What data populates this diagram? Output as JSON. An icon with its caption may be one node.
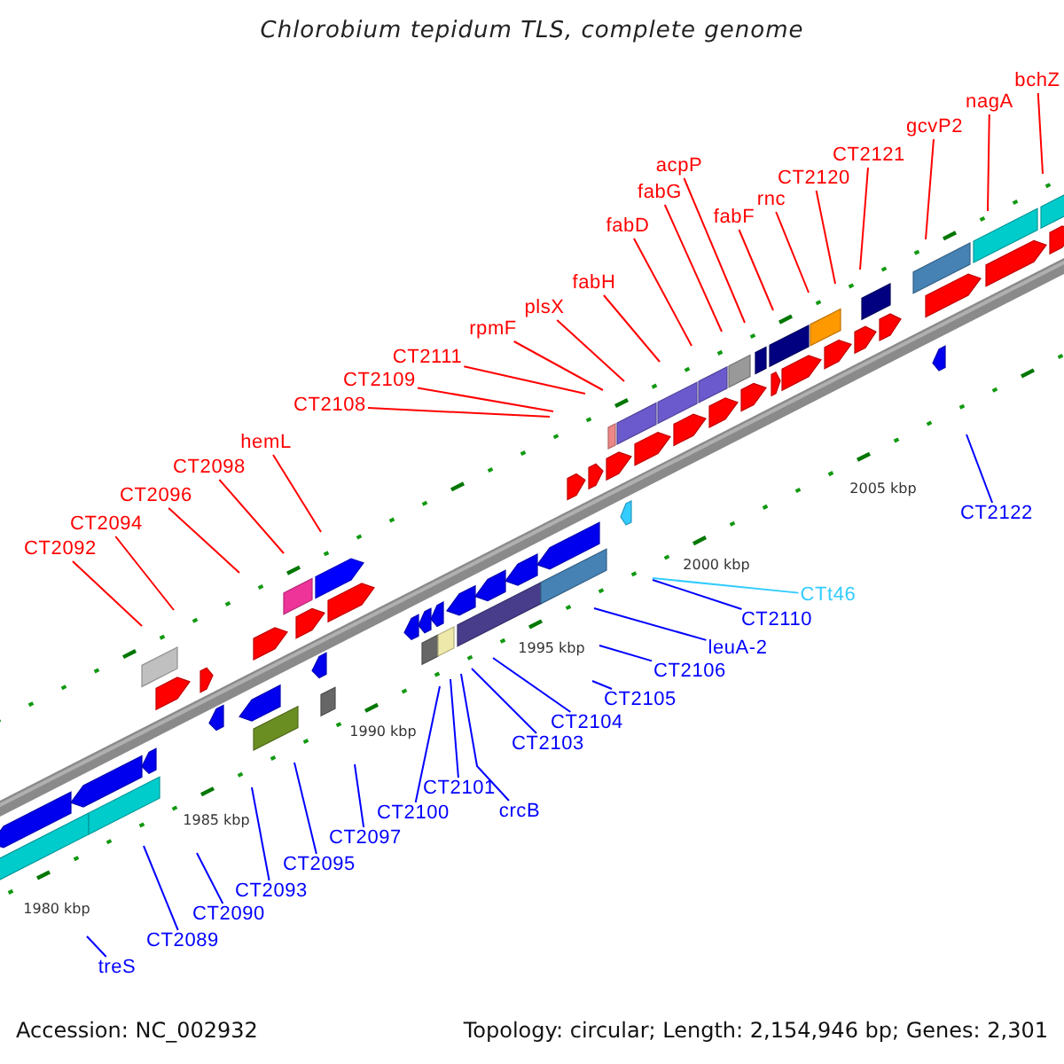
{
  "diagram": {
    "title": "Chlorobium tepidum TLS, complete genome",
    "nodes": [
      {
        "text": [
          "CT2092"
        ]
      },
      {
        "text": [
          "CT2094"
        ]
      },
      {
        "text": [
          "CT2096"
        ]
      },
      {
        "text": [
          "CT2098"
        ]
      },
      {
        "text": [
          "hemL"
        ]
      },
      {
        "text": [
          "CT2108"
        ]
      },
      {
        "text": [
          "CT2109"
        ]
      },
      {
        "text": [
          "CT2111"
        ]
      },
      {
        "text": [
          "rpmF"
        ]
      },
      {
        "text": [
          "plsX"
        ]
      },
      {
        "text": [
          "fabH"
        ]
      },
      {
        "text": [
          "fabD"
        ]
      },
      {
        "text": [
          "fabG"
        ]
      },
      {
        "text": [
          "acpP"
        ]
      },
      {
        "text": [
          "fabF"
        ]
      },
      {
        "text": [
          "rnc"
        ]
      },
      {
        "text": [
          "CT2120"
        ]
      },
      {
        "text": [
          "CT2121"
        ]
      },
      {
        "text": [
          "gcvP2"
        ]
      },
      {
        "text": [
          "nagA"
        ]
      },
      {
        "text": [
          "bchZ"
        ]
      },
      {
        "text": [
          "treS"
        ]
      },
      {
        "text": [
          "CT2089"
        ]
      },
      {
        "text": [
          "CT2090"
        ]
      },
      {
        "text": [
          "CT2093"
        ]
      },
      {
        "text": [
          "CT2095"
        ]
      },
      {
        "text": [
          "CT2097"
        ]
      },
      {
        "text": [
          "CT2100"
        ]
      },
      {
        "text": [
          "CT2101"
        ]
      },
      {
        "text": [
          "crcB"
        ]
      },
      {
        "text": [
          "CT2103"
        ]
      },
      {
        "text": [
          "CT2104"
        ]
      },
      {
        "text": [
          "CT2105"
        ]
      },
      {
        "text": [
          "CT2106"
        ]
      },
      {
        "text": [
          "leuA-2"
        ]
      },
      {
        "text": [
          "CT2110"
        ]
      },
      {
        "text": [
          "CTt46"
        ]
      },
      {
        "text": [
          "CT2122"
        ]
      }
    ],
    "edges": [
      {
        "from": 0,
        "to": null,
        "arrow": "none"
      },
      {
        "from": 1,
        "to": null,
        "arrow": "none"
      },
      {
        "from": 2,
        "to": null,
        "arrow": "none"
      },
      {
        "from": 3,
        "to": null,
        "arrow": "none"
      },
      {
        "from": 4,
        "to": null,
        "arrow": "none"
      },
      {
        "from": 5,
        "to": null,
        "arrow": "none"
      },
      {
        "from": 6,
        "to": null,
        "arrow": "none"
      },
      {
        "from": 7,
        "to": null,
        "arrow": "none"
      },
      {
        "from": 8,
        "to": null,
        "arrow": "none"
      },
      {
        "from": 9,
        "to": null,
        "arrow": "none"
      },
      {
        "from": 10,
        "to": null,
        "arrow": "none"
      },
      {
        "from": 11,
        "to": null,
        "arrow": "none"
      },
      {
        "from": 12,
        "to": null,
        "arrow": "none"
      },
      {
        "from": 13,
        "to": null,
        "arrow": "none"
      },
      {
        "from": 14,
        "to": null,
        "arrow": "none"
      },
      {
        "from": 15,
        "to": null,
        "arrow": "none"
      },
      {
        "from": 16,
        "to": null,
        "arrow": "none"
      },
      {
        "from": 17,
        "to": null,
        "arrow": "none"
      },
      {
        "from": 18,
        "to": null,
        "arrow": "none"
      },
      {
        "from": 19,
        "to": null,
        "arrow": "none"
      },
      {
        "from": 20,
        "to": null,
        "arrow": "none"
      },
      {
        "from": 21,
        "to": null,
        "arrow": "none",
        "color": "#0000ff"
      },
      {
        "from": 22,
        "to": null,
        "arrow": "none",
        "color": "#0000ff"
      },
      {
        "from": 23,
        "to": null,
        "arrow": "none",
        "color": "#0000ff"
      },
      {
        "from": 24,
        "to": null,
        "arrow": "none",
        "color": "#0000ff"
      },
      {
        "from": 25,
        "to": null,
        "arrow": "none",
        "color": "#0000ff"
      },
      {
        "from": 26,
        "to": null,
        "arrow": "none",
        "color": "#0000ff"
      },
      {
        "from": 27,
        "to": null,
        "arrow": "none",
        "color": "#0000ff"
      },
      {
        "from": 28,
        "to": null,
        "arrow": "none",
        "color": "#0000ff"
      },
      {
        "from": 29,
        "to": null,
        "arrow": "none",
        "color": "#0000ff"
      },
      {
        "from": 30,
        "to": null,
        "arrow": "none",
        "color": "#0000ff"
      },
      {
        "from": 31,
        "to": null,
        "arrow": "none",
        "color": "#0000ff"
      },
      {
        "from": 32,
        "to": null,
        "arrow": "none",
        "color": "#0000ff"
      },
      {
        "from": 33,
        "to": null,
        "arrow": "none",
        "color": "#0000ff"
      },
      {
        "from": 34,
        "to": null,
        "arrow": "none",
        "color": "#0000ff"
      },
      {
        "from": 35,
        "to": null,
        "arrow": "none",
        "color": "#0000ff"
      },
      {
        "from": 36,
        "to": null,
        "arrow": "none",
        "color": "#33ccff"
      },
      {
        "from": 37,
        "to": null,
        "arrow": "none",
        "color": "#0000ff"
      }
    ],
    "labels": [
      "2005 kbp",
      "2000 kbp",
      "1995 kbp",
      "1990 kbp",
      "1985 kbp",
      "1980 kbp",
      "Accession: NC_002932",
      "Topology: circular; Length: 2,154,946 bp; Genes: 2,301"
    ]
  }
}
